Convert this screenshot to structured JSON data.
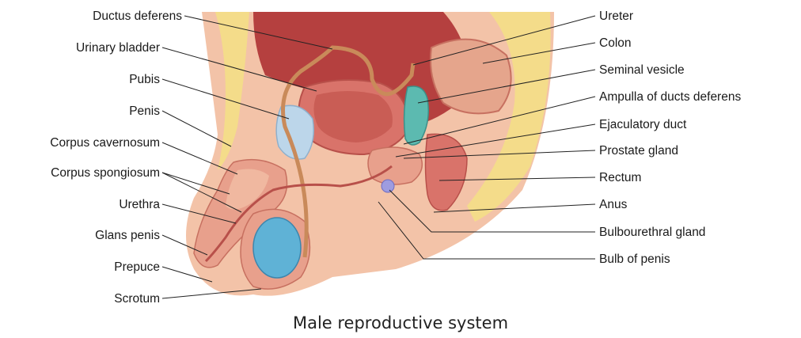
{
  "title": "Male reproductive system",
  "labels_left": [
    "Ductus deferens",
    "Urinary bladder",
    "Pubis",
    "Penis",
    "Corpus cavernosum",
    "Corpus spongiosum",
    "Urethra",
    "Glans penis",
    "Prepuce",
    "Scrotum"
  ],
  "labels_right": [
    "Ureter",
    "Colon",
    "Seminal vesicle",
    "Ampulla of ducts deferens",
    "Ejaculatory duct",
    "Prostate gland",
    "Rectum",
    "Anus",
    "Bulbourethral gland",
    "Bulb of penis"
  ],
  "colors": {
    "skin": "#f3c3a8",
    "fat": "#f4dc8a",
    "muscle": "#e8a08c",
    "organ": "#d9736a",
    "cavity": "#b5403f",
    "bone": "#bcd6ea",
    "testis": "#5fb2d6",
    "vesicle": "#5cbab0",
    "gland_blue": "#9e9ce0"
  }
}
